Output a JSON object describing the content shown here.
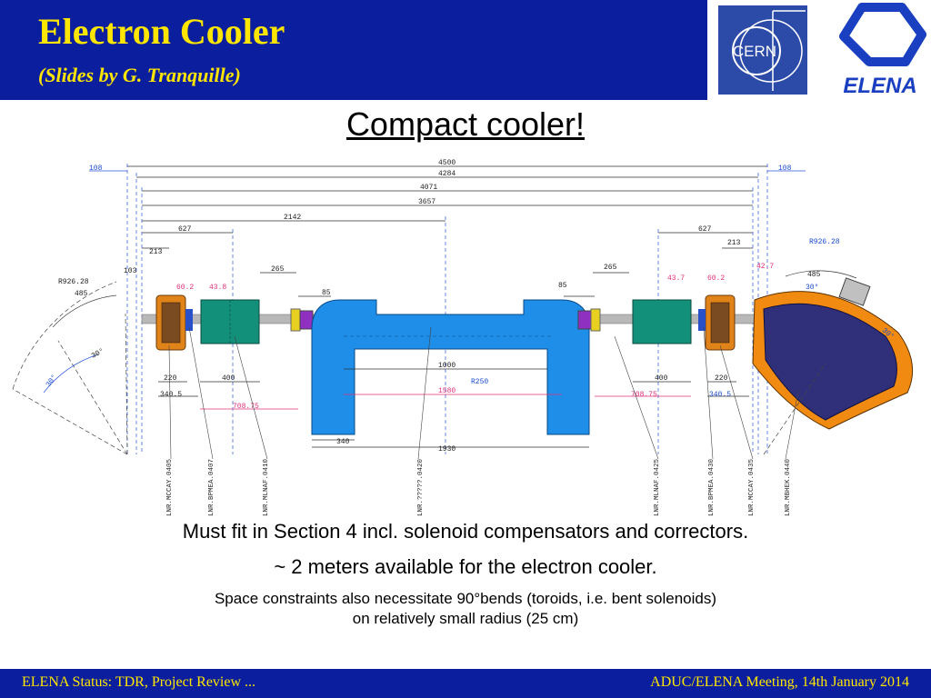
{
  "header": {
    "title": "Electron Cooler",
    "subtitle": "(Slides by G. Tranquille)",
    "cern_logo_text": "CERN",
    "elena_logo_text": "ELENA"
  },
  "slide": {
    "heading": "Compact cooler!",
    "text_line1": "Must fit in Section 4 incl. solenoid compensators and correctors.",
    "text_line2": "~ 2 meters available for the electron cooler.",
    "text_line3a": "Space constraints also necessitate 90°bends (toroids, i.e. bent solenoids)",
    "text_line3b": "on relatively small radius (25 cm)"
  },
  "diagram": {
    "dims_top": {
      "d4500": "4500",
      "d4284": "4284",
      "d4071": "4071",
      "d3657": "3657",
      "d2142": "2142",
      "d627": "627",
      "d213": "213",
      "d108": "108",
      "d103": "103",
      "d265": "265",
      "d85": "85",
      "d60_2": "60.2",
      "d43_8": "43.8",
      "d43_7": "43.7",
      "d42_7": "42.7"
    },
    "dims_bottom": {
      "d220": "220",
      "d400": "400",
      "d340_5": "340.5",
      "d708_75": "708.75",
      "d1000": "1000",
      "d1580": "1580",
      "d340": "340",
      "d1930": "1930",
      "r250": "R250"
    },
    "arc": {
      "r926": "R926.28",
      "d485": "485",
      "a30": "30°"
    },
    "labels": {
      "l0405": "LNR.MCCAY.0405",
      "l0407": "LNR.BPMEA.0407",
      "l0410": "LNR.MLNAF.0410",
      "l0420": "LNR.?????.0420",
      "l0425": "LNR.MLNAF.0425",
      "l0430": "LNR.BPMEA.0430",
      "l0435": "LNR.MCCAY.0435",
      "l0440": "LNR.MBHEK.0440"
    }
  },
  "footer": {
    "left": "ELENA Status: TDR, Project Review ...",
    "right": "ADUC/ELENA Meeting, 14th January 2014"
  }
}
